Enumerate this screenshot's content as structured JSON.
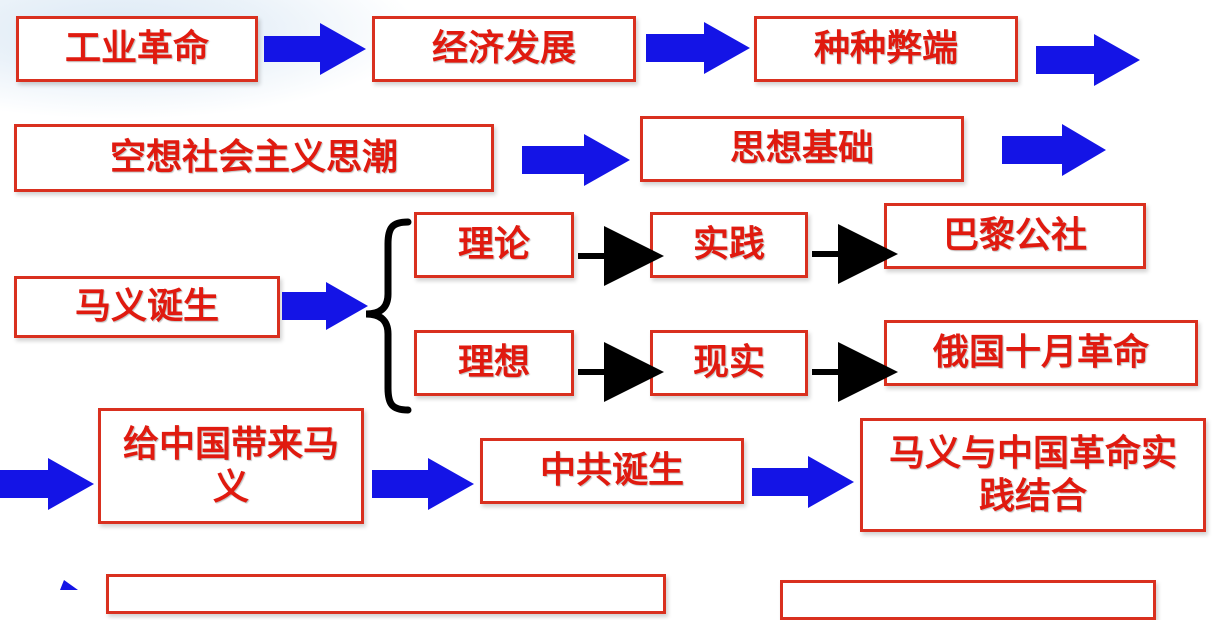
{
  "colors": {
    "box_border": "#d9301f",
    "box_text": "#e01a0f",
    "blue_arrow": "#1414e6",
    "black_arrow": "#000000"
  },
  "row1": {
    "box1": "工业革命",
    "box2": "经济发展",
    "box3": "种种弊端"
  },
  "row2": {
    "box1": "空想社会主义思潮",
    "box2": "思想基础"
  },
  "row3": {
    "origin": "马义诞生",
    "branch_top": [
      "理论",
      "实践",
      "巴黎公社"
    ],
    "branch_bottom": [
      "理想",
      "现实",
      "俄国十月革命"
    ]
  },
  "row4": {
    "box1": "给中国带来马义",
    "box2": "中共诞生",
    "box3": "马义与中国革命实践结合"
  }
}
